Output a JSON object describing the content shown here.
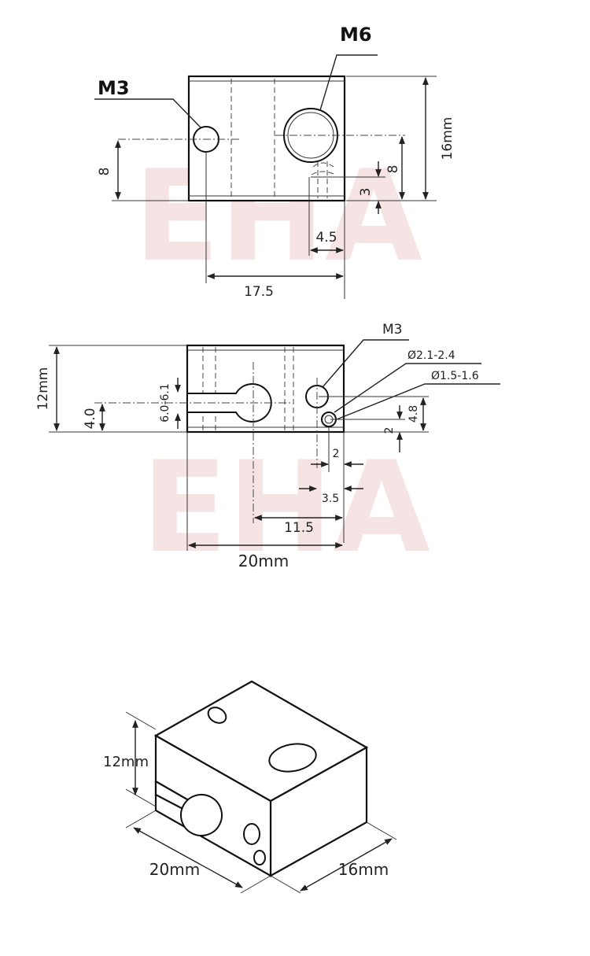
{
  "watermark": "EHA",
  "top_view": {
    "m6_label": "M6",
    "m3_label": "M3",
    "dim_height": "16mm",
    "dim_left_8": "8",
    "dim_right_8": "8",
    "dim_3": "3",
    "dim_4_5": "4.5",
    "dim_17_5": "17.5"
  },
  "front_view": {
    "m3_label": "M3",
    "dia_large": "Ø2.1-2.4",
    "dia_small": "Ø1.5-1.6",
    "dim_height": "12mm",
    "dim_4_0": "4.0",
    "dim_slot": "6.0-6.1",
    "dim_4_8": "4.8",
    "dim_2_vert": "2",
    "dim_2_horiz": "2",
    "dim_3_5": "3.5",
    "dim_11_5": "11.5",
    "dim_width": "20mm"
  },
  "iso_view": {
    "dim_height": "12mm",
    "dim_length": "20mm",
    "dim_depth": "16mm"
  },
  "colors": {
    "line": "#222222",
    "watermark": "#f6e3e3"
  }
}
